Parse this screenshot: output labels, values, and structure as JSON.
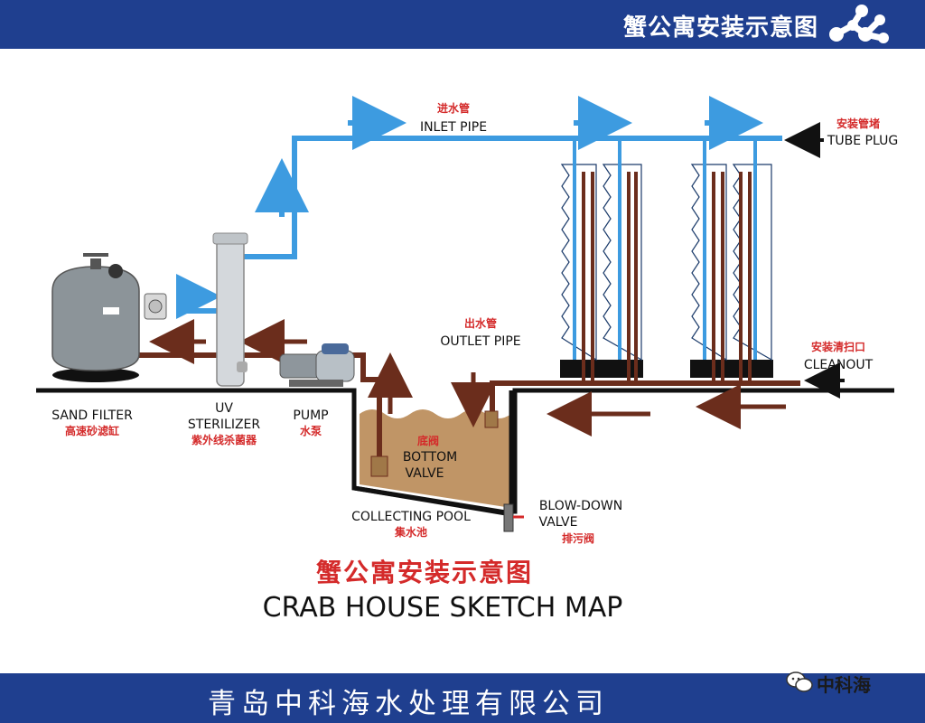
{
  "header": {
    "title": "蟹公寓安装示意图",
    "logo_icon": "molecule-logo-icon"
  },
  "footer": {
    "company": "青岛中科海水处理有限公司",
    "wechat_label": "中科海",
    "wechat_icon": "wechat-icon"
  },
  "labels": {
    "inlet_pipe_cn": "进水管",
    "inlet_pipe_en": "INLET PIPE",
    "tube_plug_cn": "安装管堵",
    "tube_plug_en": "TUBE PLUG",
    "outlet_pipe_cn": "出水管",
    "outlet_pipe_en": "OUTLET PIPE",
    "cleanout_cn": "安装清扫口",
    "cleanout_en": "CLEANOUT",
    "sand_filter_en": "SAND FILTER",
    "sand_filter_cn": "高速砂滤缸",
    "uv_en_1": "UV",
    "uv_en_2": "STERILIZER",
    "uv_cn": "紫外线杀菌器",
    "pump_en": "PUMP",
    "pump_cn": "水泵",
    "bottom_valve_cn": "底阀",
    "bottom_valve_en_1": "BOTTOM",
    "bottom_valve_en_2": "VALVE",
    "collecting_pool_en": "COLLECTING POOL",
    "collecting_pool_cn": "集水池",
    "blowdown_en_1": "BLOW-DOWN",
    "blowdown_en_2": "VALVE",
    "blowdown_cn": "排污阀"
  },
  "caption": {
    "cn": "蟹公寓安装示意图",
    "en": "CRAB HOUSE SKETCH MAP"
  },
  "colors": {
    "blue_pipe": "#3d9be0",
    "brown_pipe": "#6b2d1c",
    "bar": "#1f3f8f",
    "red_text": "#d42a2a",
    "water": "#b98a55"
  }
}
